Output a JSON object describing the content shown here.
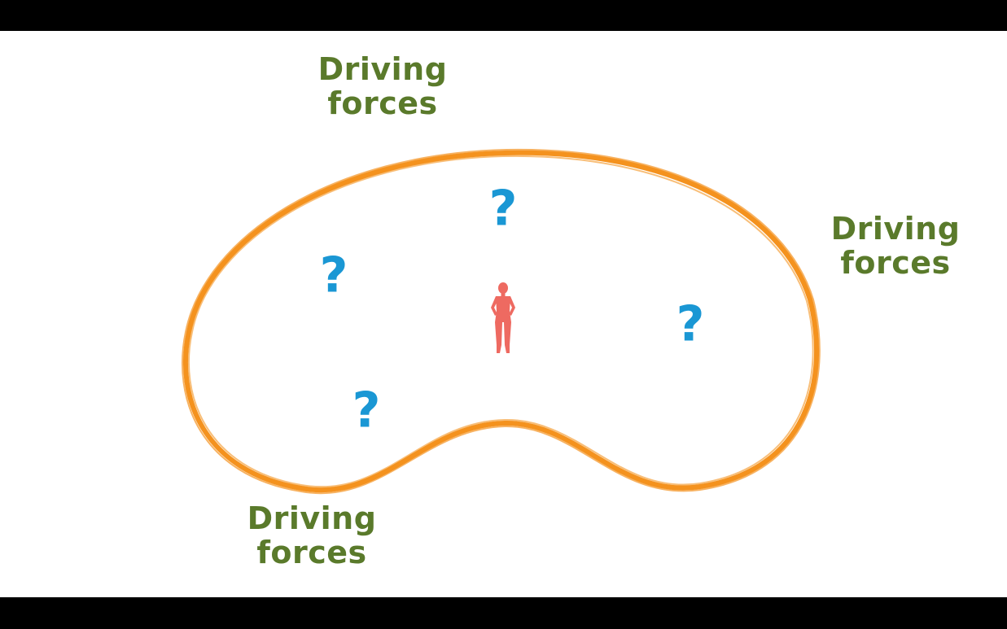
{
  "colors": {
    "label": "#5a7a2b",
    "boundary": "#f4921e",
    "question_mark": "#1a97d4",
    "person": "#ee6a61",
    "background": "#ffffff",
    "letterbox": "#000000"
  },
  "labels": {
    "top": {
      "line1": "Driving",
      "line2": "forces"
    },
    "right": {
      "line1": "Driving",
      "line2": "forces"
    },
    "bottom": {
      "line1": "Driving",
      "line2": "forces"
    }
  },
  "question_marks": [
    "?",
    "?",
    "?",
    "?"
  ],
  "icons": {
    "boundary": "kidney-shaped-boundary",
    "person": "person-silhouette-icon",
    "question": "question-mark-icon"
  }
}
